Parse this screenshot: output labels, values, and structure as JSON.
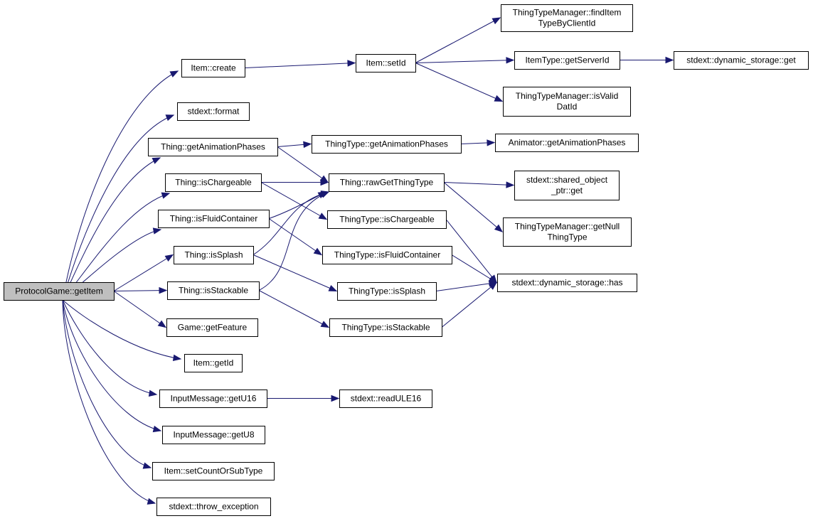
{
  "colors": {
    "edge": "#191970",
    "node_fill": "#ffffff",
    "root_fill": "#bfbfbf",
    "node_border": "#000000"
  },
  "nodes": {
    "root": {
      "lines": [
        "ProtocolGame::getItem"
      ]
    },
    "item_create": {
      "lines": [
        "Item::create"
      ]
    },
    "format": {
      "lines": [
        "stdext::format"
      ]
    },
    "thing_anim": {
      "lines": [
        "Thing::getAnimationPhases"
      ]
    },
    "thing_charge": {
      "lines": [
        "Thing::isChargeable"
      ]
    },
    "thing_fluid": {
      "lines": [
        "Thing::isFluidContainer"
      ]
    },
    "thing_splash": {
      "lines": [
        "Thing::isSplash"
      ]
    },
    "thing_stack": {
      "lines": [
        "Thing::isStackable"
      ]
    },
    "game_feature": {
      "lines": [
        "Game::getFeature"
      ]
    },
    "item_getid": {
      "lines": [
        "Item::getId"
      ]
    },
    "im_u16": {
      "lines": [
        "InputMessage::getU16"
      ]
    },
    "im_u8": {
      "lines": [
        "InputMessage::getU8"
      ]
    },
    "item_setcount": {
      "lines": [
        "Item::setCountOrSubType"
      ]
    },
    "throw_exc": {
      "lines": [
        "stdext::throw_exception"
      ]
    },
    "item_setid": {
      "lines": [
        "Item::setId"
      ]
    },
    "ttm_find": {
      "lines": [
        "ThingTypeManager::findItem",
        "TypeByClientId"
      ]
    },
    "it_serverid": {
      "lines": [
        "ItemType::getServerId"
      ]
    },
    "ttm_valid": {
      "lines": [
        "ThingTypeManager::isValid",
        "DatId"
      ]
    },
    "ds_get": {
      "lines": [
        "stdext::dynamic_storage::get"
      ]
    },
    "tt_anim": {
      "lines": [
        "ThingType::getAnimationPhases"
      ]
    },
    "animator_anim": {
      "lines": [
        "Animator::getAnimationPhases"
      ]
    },
    "raw_get": {
      "lines": [
        "Thing::rawGetThingType"
      ]
    },
    "shared_ptr_get": {
      "lines": [
        "stdext::shared_object",
        "_ptr::get"
      ]
    },
    "ttm_null": {
      "lines": [
        "ThingTypeManager::getNull",
        "ThingType"
      ]
    },
    "tt_charge": {
      "lines": [
        "ThingType::isChargeable"
      ]
    },
    "tt_fluid": {
      "lines": [
        "ThingType::isFluidContainer"
      ]
    },
    "tt_splash": {
      "lines": [
        "ThingType::isSplash"
      ]
    },
    "tt_stack": {
      "lines": [
        "ThingType::isStackable"
      ]
    },
    "ds_has": {
      "lines": [
        "stdext::dynamic_storage::has"
      ]
    },
    "read_ule16": {
      "lines": [
        "stdext::readULE16"
      ]
    }
  },
  "edges": [
    {
      "from": "root",
      "to": "item_create"
    },
    {
      "from": "root",
      "to": "format"
    },
    {
      "from": "root",
      "to": "thing_anim"
    },
    {
      "from": "root",
      "to": "thing_charge"
    },
    {
      "from": "root",
      "to": "thing_fluid"
    },
    {
      "from": "root",
      "to": "thing_splash"
    },
    {
      "from": "root",
      "to": "thing_stack"
    },
    {
      "from": "root",
      "to": "game_feature"
    },
    {
      "from": "root",
      "to": "item_getid"
    },
    {
      "from": "root",
      "to": "im_u16"
    },
    {
      "from": "root",
      "to": "im_u8"
    },
    {
      "from": "root",
      "to": "item_setcount"
    },
    {
      "from": "root",
      "to": "throw_exc"
    },
    {
      "from": "item_create",
      "to": "item_setid"
    },
    {
      "from": "item_setid",
      "to": "ttm_find"
    },
    {
      "from": "item_setid",
      "to": "it_serverid"
    },
    {
      "from": "item_setid",
      "to": "ttm_valid"
    },
    {
      "from": "it_serverid",
      "to": "ds_get"
    },
    {
      "from": "thing_anim",
      "to": "tt_anim"
    },
    {
      "from": "thing_anim",
      "to": "raw_get"
    },
    {
      "from": "tt_anim",
      "to": "animator_anim"
    },
    {
      "from": "thing_charge",
      "to": "raw_get"
    },
    {
      "from": "thing_charge",
      "to": "tt_charge"
    },
    {
      "from": "thing_fluid",
      "to": "raw_get"
    },
    {
      "from": "thing_fluid",
      "to": "tt_fluid"
    },
    {
      "from": "thing_splash",
      "to": "raw_get"
    },
    {
      "from": "thing_splash",
      "to": "tt_splash"
    },
    {
      "from": "thing_stack",
      "to": "raw_get"
    },
    {
      "from": "thing_stack",
      "to": "tt_stack"
    },
    {
      "from": "raw_get",
      "to": "shared_ptr_get"
    },
    {
      "from": "raw_get",
      "to": "ttm_null"
    },
    {
      "from": "tt_charge",
      "to": "ds_has"
    },
    {
      "from": "tt_fluid",
      "to": "ds_has"
    },
    {
      "from": "tt_splash",
      "to": "ds_has"
    },
    {
      "from": "tt_stack",
      "to": "ds_has"
    },
    {
      "from": "im_u16",
      "to": "read_ule16"
    }
  ]
}
